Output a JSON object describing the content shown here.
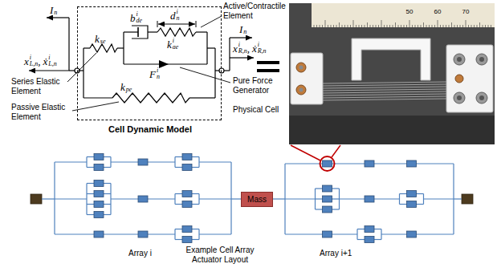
{
  "diagram": {
    "nodes": [
      {
        "text": [
          "Cell Dynamic Model"
        ]
      },
      {
        "text": [
          "Physical Cell"
        ]
      },
      {
        "text": [
          "Mass"
        ]
      }
    ],
    "labels": [
      "I",
      "n",
      "x",
      "L,n",
      "i",
      ",",
      "ẋ",
      "L,n",
      "i",
      "b",
      "de",
      "i",
      "d",
      "n",
      "i",
      "k",
      "ae",
      "i",
      "Active/Contractile Element",
      "I",
      "n",
      "x",
      "R,n",
      "i",
      ",",
      "ẋ",
      "R,n",
      "i",
      "F",
      "n",
      "i",
      "Series Elastic Element",
      "k",
      "se",
      "Passive Elastic Element",
      "k",
      "pe",
      "Pure Force Generator",
      "50",
      "60",
      "70",
      "Array i",
      "Example Cell Array Actuator Layout",
      "Array i+1"
    ]
  }
}
